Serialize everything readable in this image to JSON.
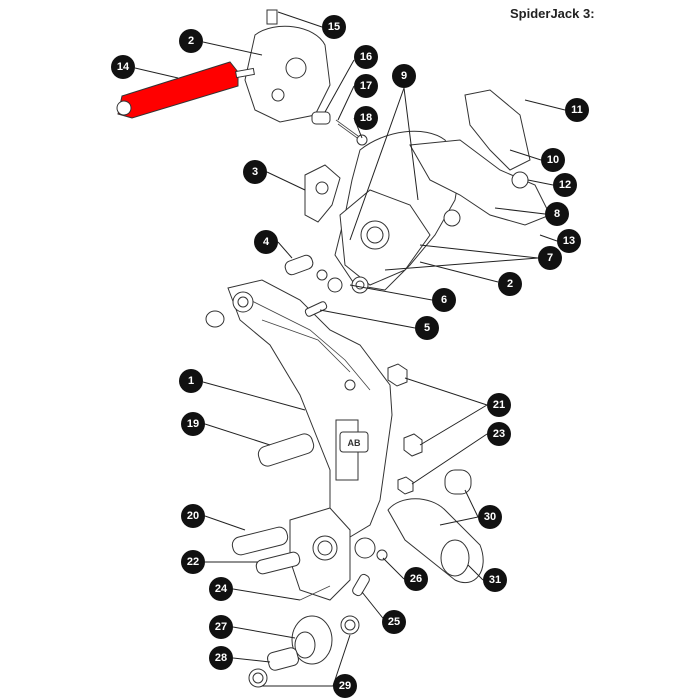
{
  "title": "SpiderJack 3:",
  "logo_text": "AB",
  "colors": {
    "highlight": "#ff0000",
    "callout_fill": "#111111",
    "callout_text": "#ffffff",
    "line": "#333333"
  },
  "callouts": [
    "1",
    "2",
    "2",
    "3",
    "4",
    "5",
    "6",
    "7",
    "8",
    "9",
    "10",
    "11",
    "12",
    "13",
    "14",
    "15",
    "16",
    "17",
    "18",
    "19",
    "20",
    "21",
    "22",
    "23",
    "24",
    "25",
    "26",
    "27",
    "28",
    "29",
    "30",
    "31"
  ]
}
